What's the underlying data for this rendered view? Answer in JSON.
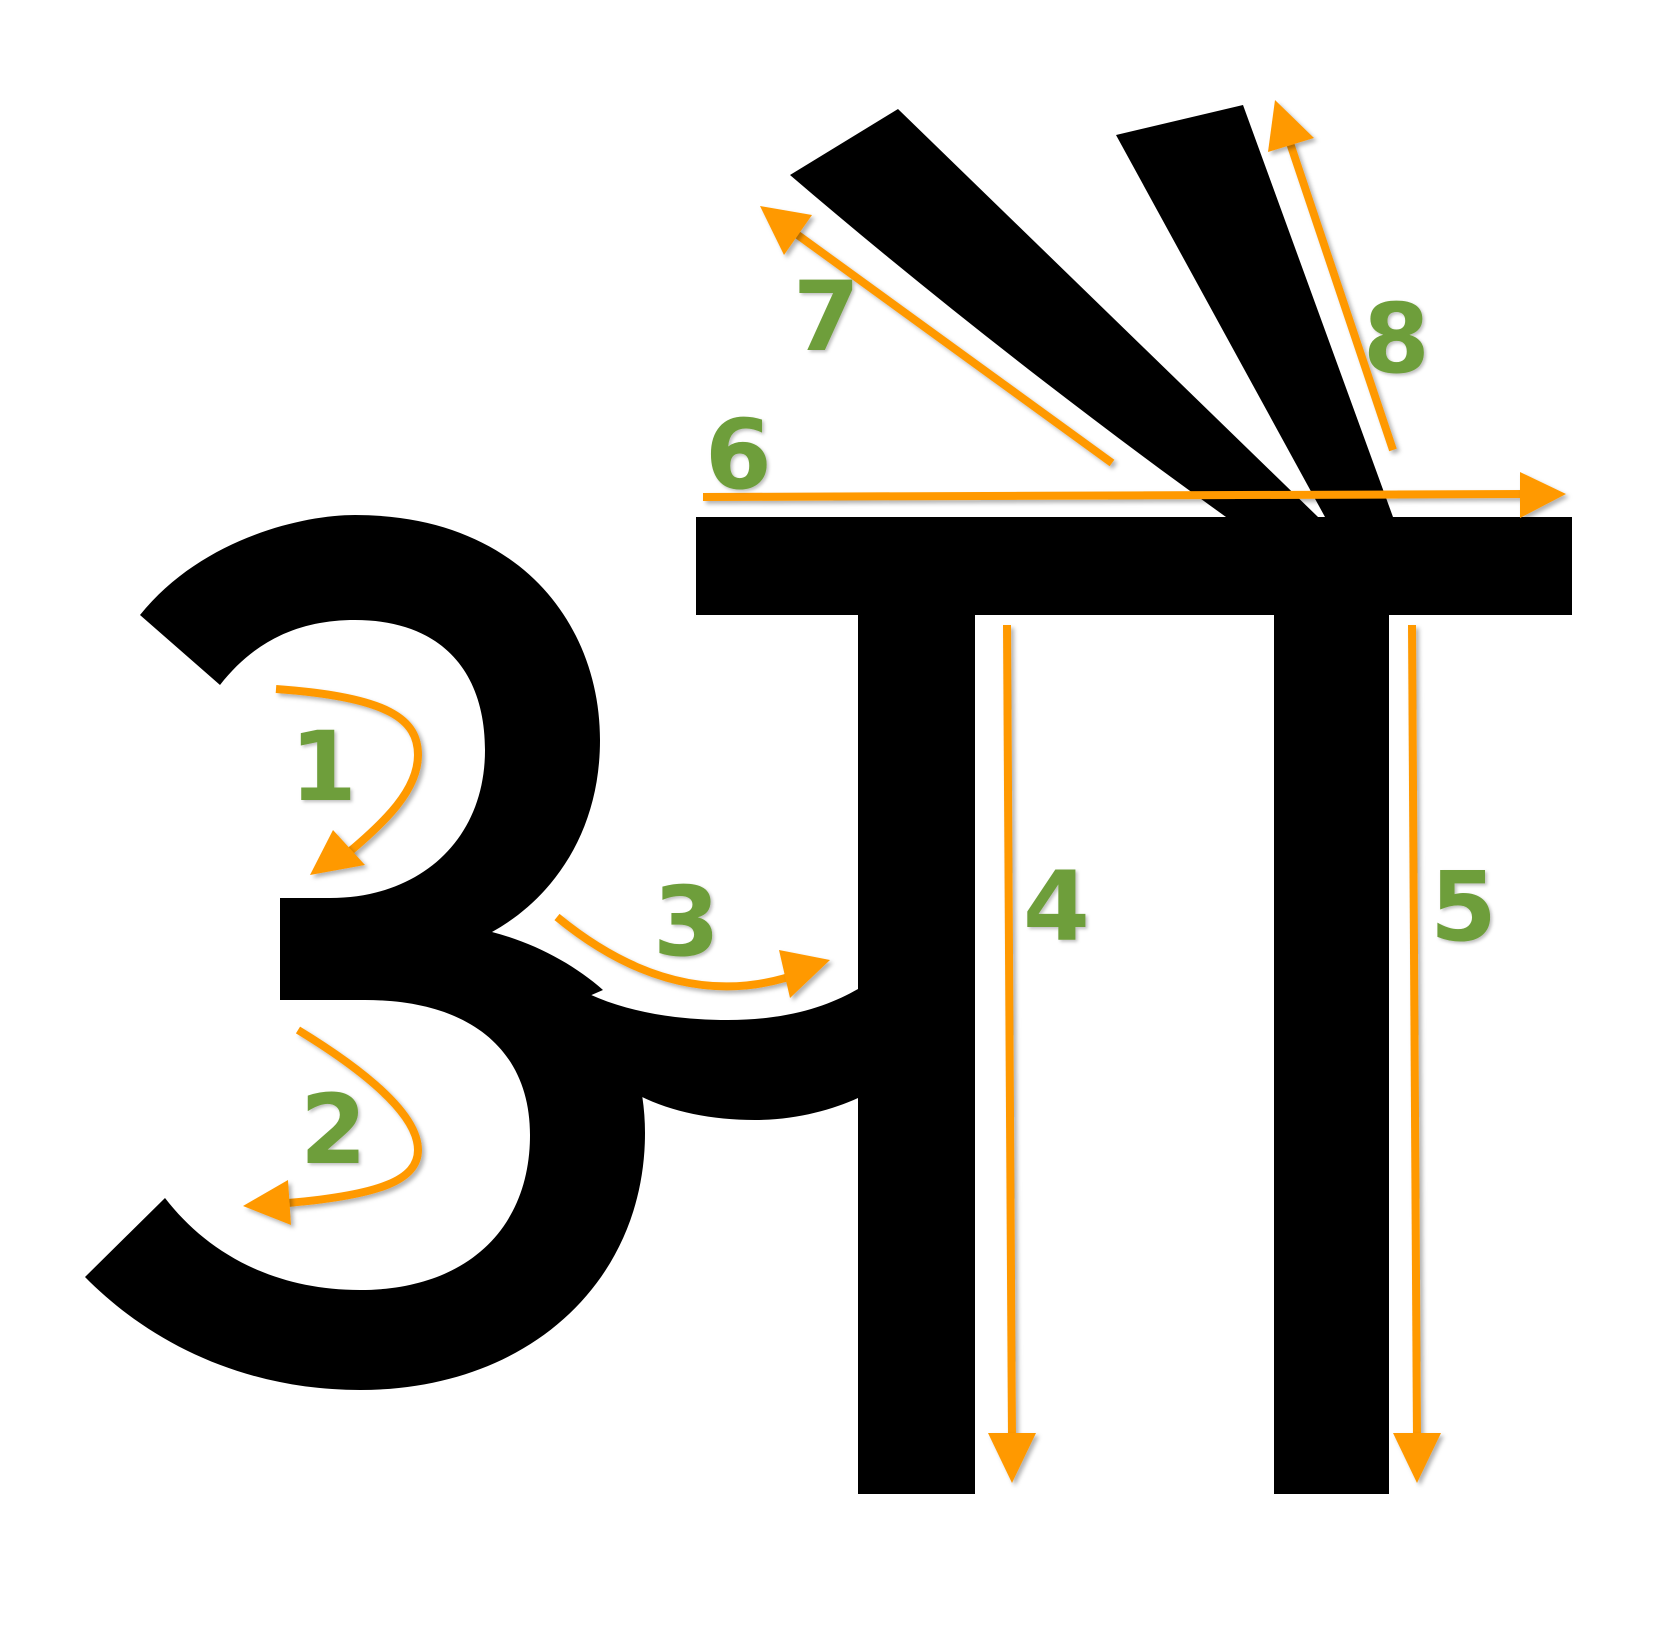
{
  "colors": {
    "glyph": "#000000",
    "stroke_arrow": "#ff9900",
    "stroke_number": "#6e9e3a",
    "background": "#ffffff"
  },
  "strokes": [
    {
      "order": 1,
      "label": "1"
    },
    {
      "order": 2,
      "label": "2"
    },
    {
      "order": 3,
      "label": "3"
    },
    {
      "order": 4,
      "label": "4"
    },
    {
      "order": 5,
      "label": "5"
    },
    {
      "order": 6,
      "label": "6"
    },
    {
      "order": 7,
      "label": "7"
    },
    {
      "order": 8,
      "label": "8"
    }
  ]
}
